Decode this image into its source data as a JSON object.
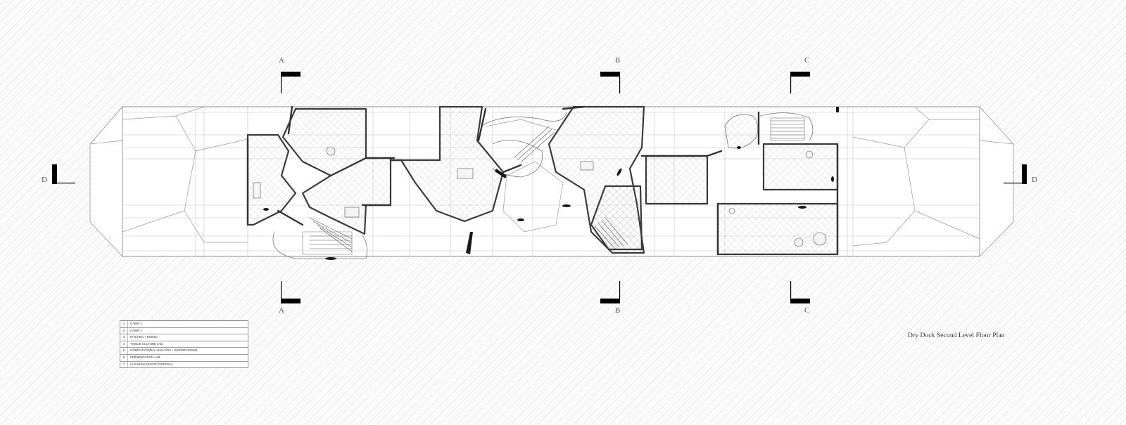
{
  "drawing": {
    "title": "Dry Dock Second Level Floor Plan",
    "section_marks": {
      "A": "A",
      "B": "B",
      "C": "C",
      "D": "D"
    }
  },
  "legend": {
    "rows": [
      {
        "num": "1",
        "name": "CABIN 1"
      },
      {
        "num": "2",
        "name": "CABIN 2"
      },
      {
        "num": "3",
        "name": "KITCHEN + DINING"
      },
      {
        "num": "4",
        "name": "TISSUE CULTURE LAB"
      },
      {
        "num": "5",
        "name": "COMPUTATIONAL ANALYSIS + SERVER ROOM"
      },
      {
        "num": "6",
        "name": "FERMENTATION LAB"
      },
      {
        "num": "7",
        "name": "CLEANING WASTE DISPOSAL"
      }
    ]
  },
  "colors": {
    "background_hatch": "#d6d6d6",
    "room_fill": "#dcdcdc",
    "wall": "#3a3a3a",
    "grid_line": "#bdbdbd",
    "section_marker": "#000000"
  }
}
